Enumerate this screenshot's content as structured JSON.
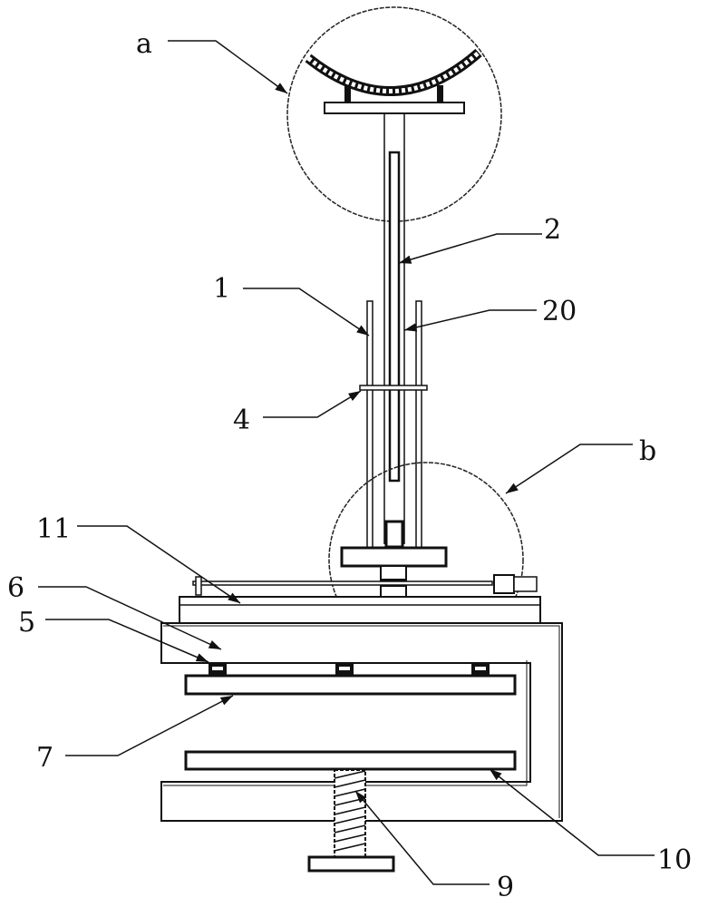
{
  "figure": {
    "labels": {
      "a": "a",
      "b": "b",
      "n1": "1",
      "n2": "2",
      "n4": "4",
      "n5": "5",
      "n6": "6",
      "n7": "7",
      "n9": "9",
      "n10": "10",
      "n11": "11",
      "n20": "20"
    }
  }
}
